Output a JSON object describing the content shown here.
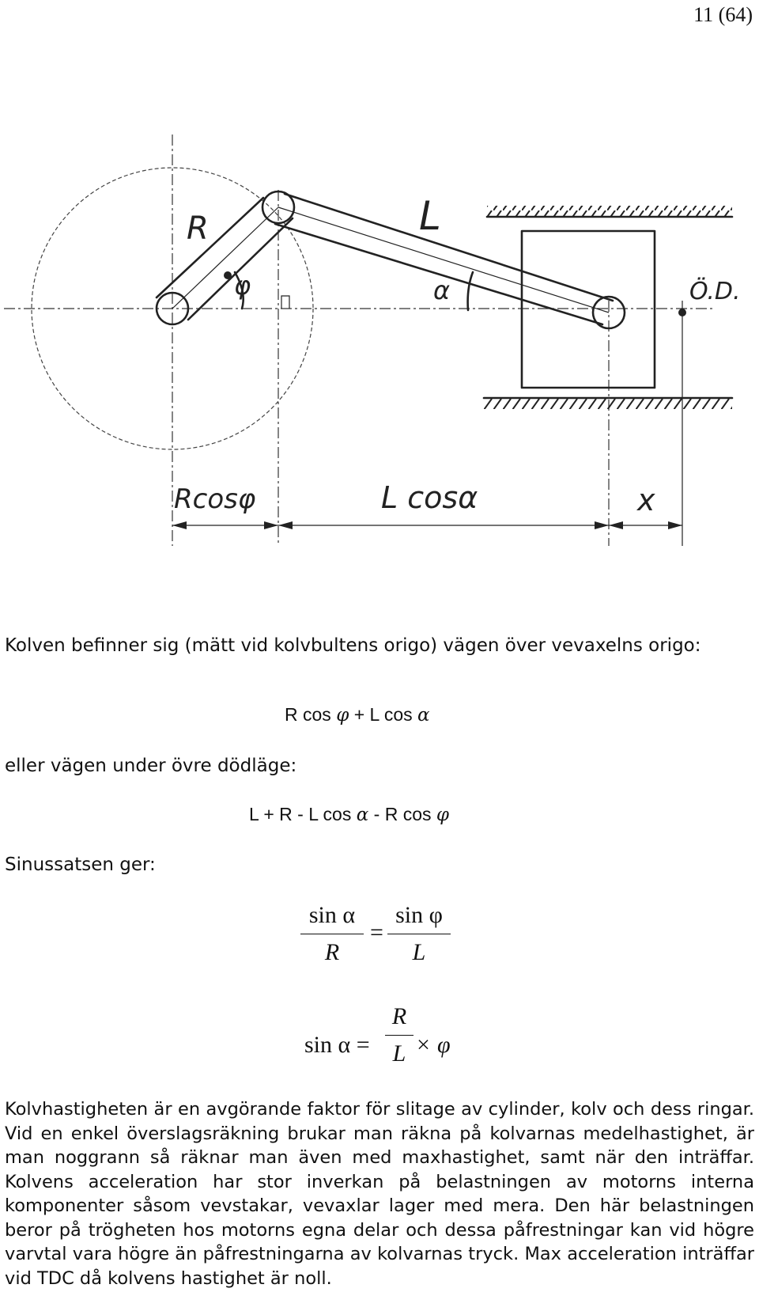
{
  "page_number": "11 (64)",
  "figure": {
    "labels": {
      "R": "R",
      "L": "L",
      "phi": "φ",
      "alpha": "α",
      "od": "Ö.D.",
      "rcos": "Rcosφ",
      "lcos": "L cosα",
      "x": "x"
    }
  },
  "text": {
    "intro": "Kolven befinner sig (mätt vid kolvbultens origo) vägen över vevaxelns origo:",
    "formula1": {
      "a": "R cos",
      "sym1": "φ",
      "b": " + L cos",
      "sym2": "α"
    },
    "below": "eller vägen under övre dödläge:",
    "formula2": {
      "a": "L + R - L cos",
      "sym1": "α",
      "b": " - R cos",
      "sym2": "φ"
    },
    "sine_rule": "Sinussatsen ger:"
  },
  "equations": {
    "eq1": {
      "lhs_num": "sin α",
      "lhs_den": "R",
      "eq": "=",
      "rhs_num": "sin φ",
      "rhs_den": "L"
    },
    "eq2": {
      "lhs": "sin α =",
      "num": "R",
      "den": "L",
      "op": "×",
      "var": "φ"
    }
  },
  "paragraph": "Kolvhastigheten är en avgörande faktor för slitage av cylinder, kolv och dess ringar. Vid en enkel överslagsräkning brukar man räkna på kolvarnas medelhastighet, är man noggrann så räknar man även med maxhastighet, samt när den inträffar. Kolvens acceleration har stor inverkan på belastningen av motorns interna komponenter såsom vevstakar, vevaxlar lager med mera. Den här belastningen beror på trögheten hos motorns egna delar och dessa påfrestningar kan vid högre varvtal vara högre än påfrestningarna av kolvarnas tryck. Max acceleration inträffar vid TDC då kolvens hastighet är noll."
}
